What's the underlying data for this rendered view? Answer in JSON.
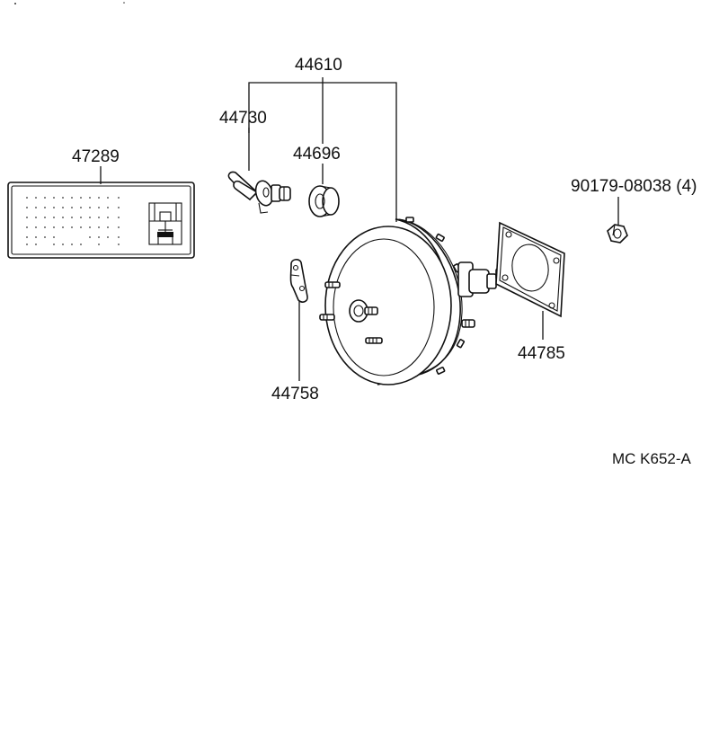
{
  "diagram": {
    "labels": {
      "p44610": "44610",
      "p44730": "44730",
      "p44696": "44696",
      "p47289": "47289",
      "p90179": "90179-08038 (4)",
      "p44785": "44785",
      "p44758": "44758"
    },
    "reference_code": "MC  K652-A",
    "colors": {
      "ink": "#111111",
      "background": "#ffffff"
    }
  }
}
